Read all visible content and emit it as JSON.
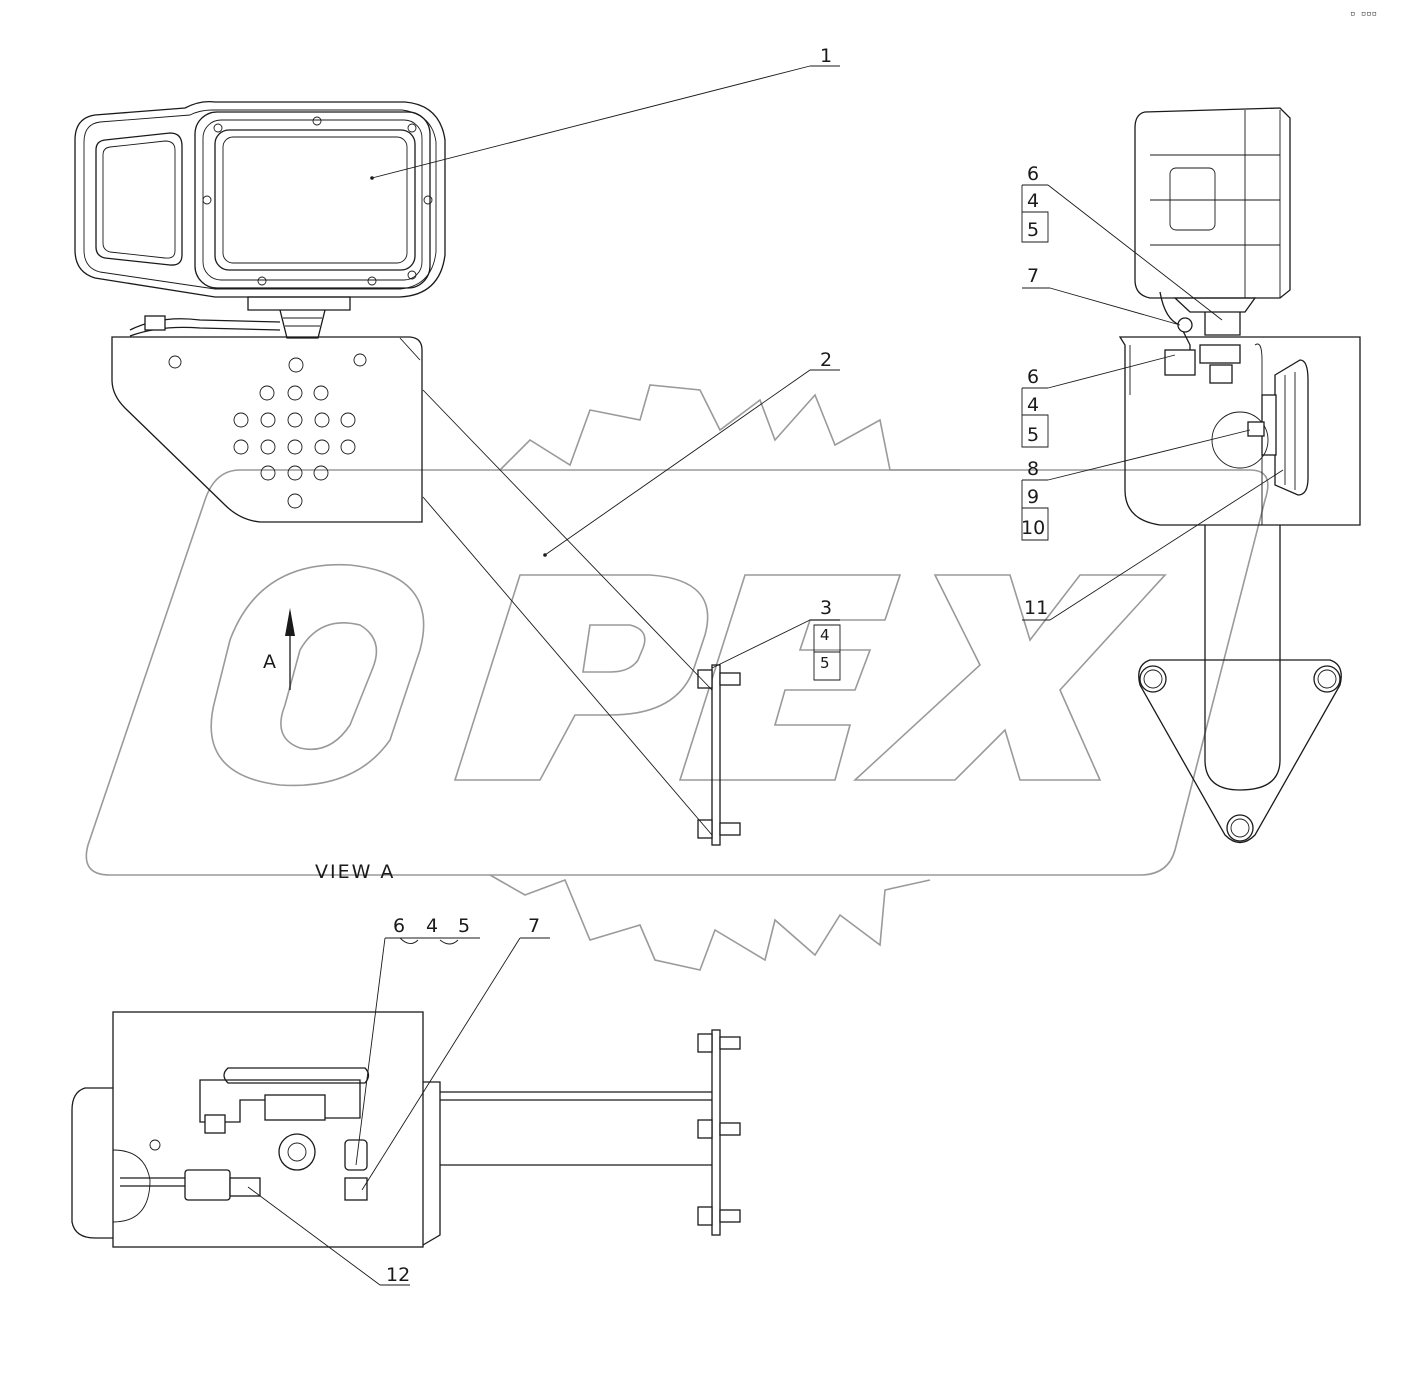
{
  "corner_mark": "▫ ▫▫▫",
  "watermark": {
    "text": "OPEX"
  },
  "view_label": "VIEW A",
  "view_arrow_label": "A",
  "callouts": {
    "c1": "1",
    "c2": "2",
    "c3": [
      "3",
      "4",
      "5"
    ],
    "right_a": [
      "6",
      "4",
      "5"
    ],
    "right_b": "7",
    "right_c": [
      "6",
      "4",
      "5"
    ],
    "right_d": [
      "8",
      "9",
      "10"
    ],
    "right_e": "11",
    "bottom_group": [
      "6",
      "4",
      "5"
    ],
    "bottom_7": "7",
    "bottom_12": "12"
  }
}
